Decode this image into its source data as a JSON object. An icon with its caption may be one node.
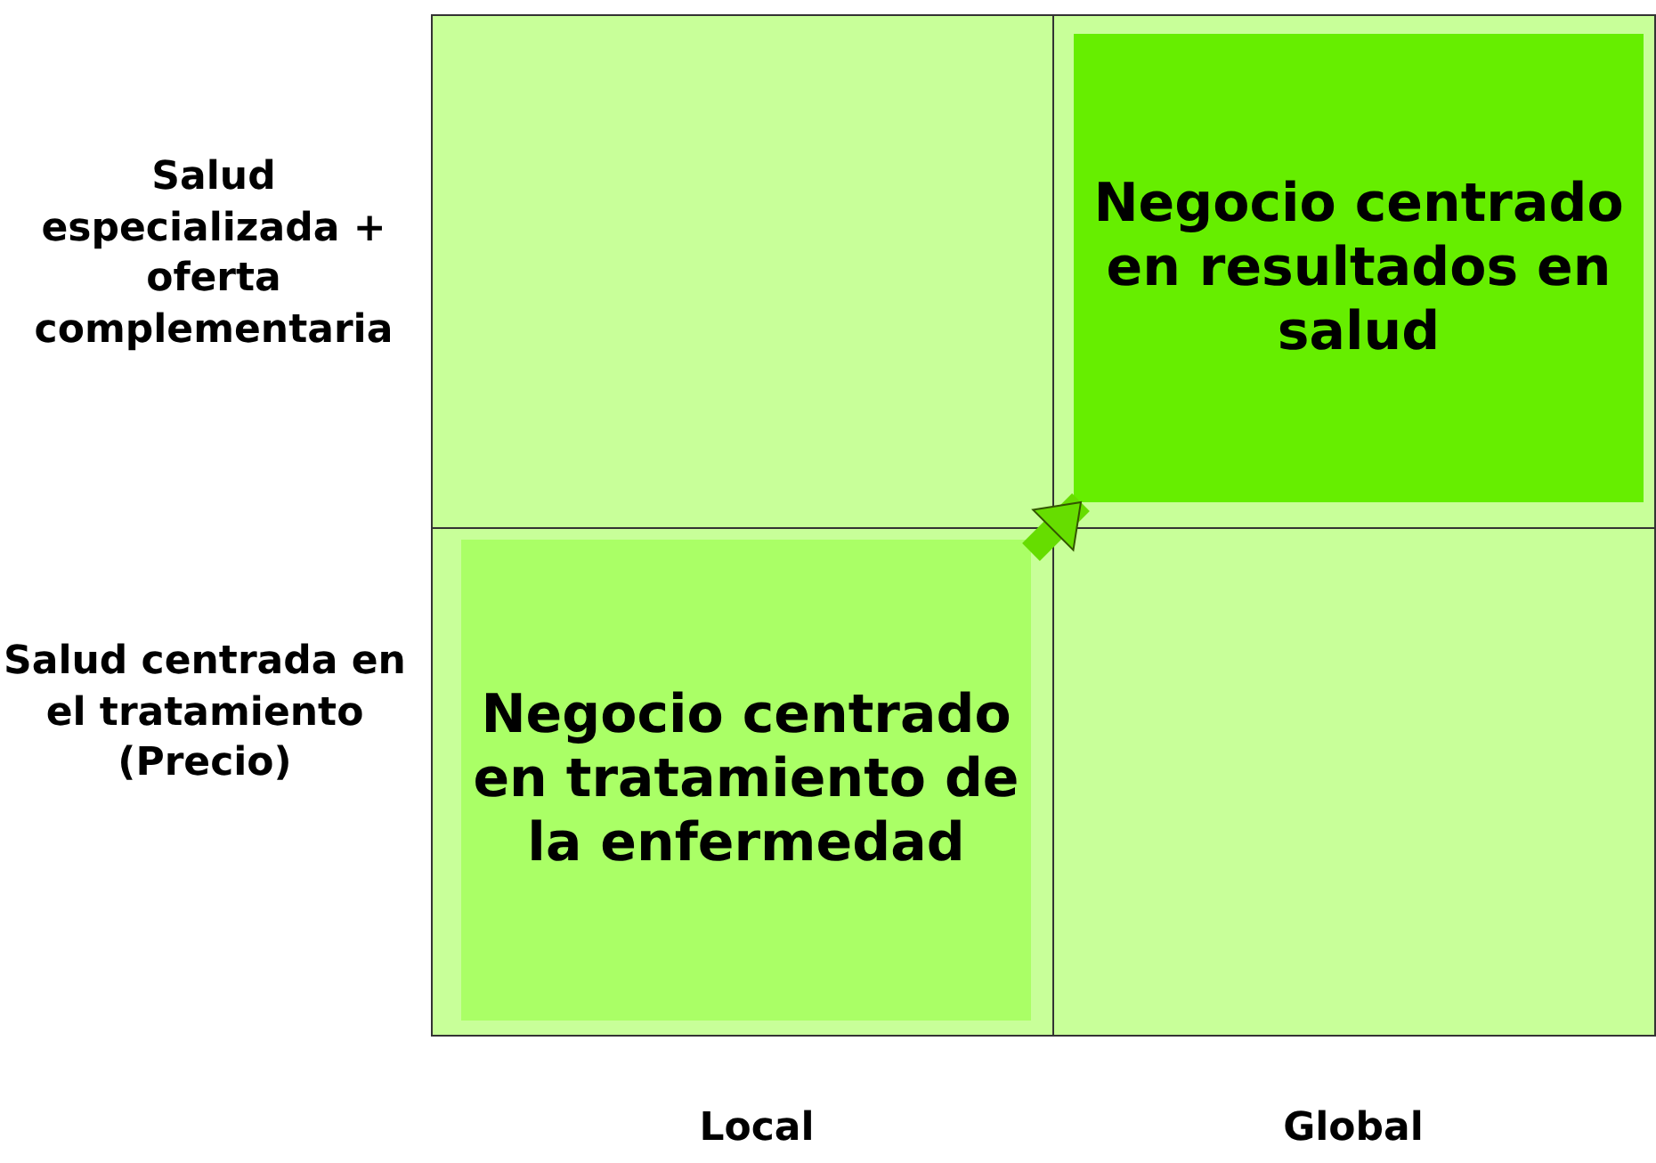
{
  "diagram": {
    "nodes": [
      {
        "text": [],
        "shape": "box"
      },
      {
        "text": [],
        "shape": "box"
      },
      {
        "text": [
          "Negocio centrado en resultados en salud"
        ],
        "in": 1
      },
      {
        "text": [],
        "shape": "box"
      },
      {
        "text": [
          "Negocio centrado en tratamiento de la enfermedad"
        ],
        "in": 3
      },
      {
        "text": [],
        "shape": "box"
      }
    ],
    "edges": [
      {
        "from": 4,
        "to": 2,
        "arrow": "to"
      }
    ],
    "labels": [
      "Salud especializada + oferta complementaria",
      "Salud centrada en el tratamiento (Precio)",
      "Local",
      "Global"
    ]
  }
}
